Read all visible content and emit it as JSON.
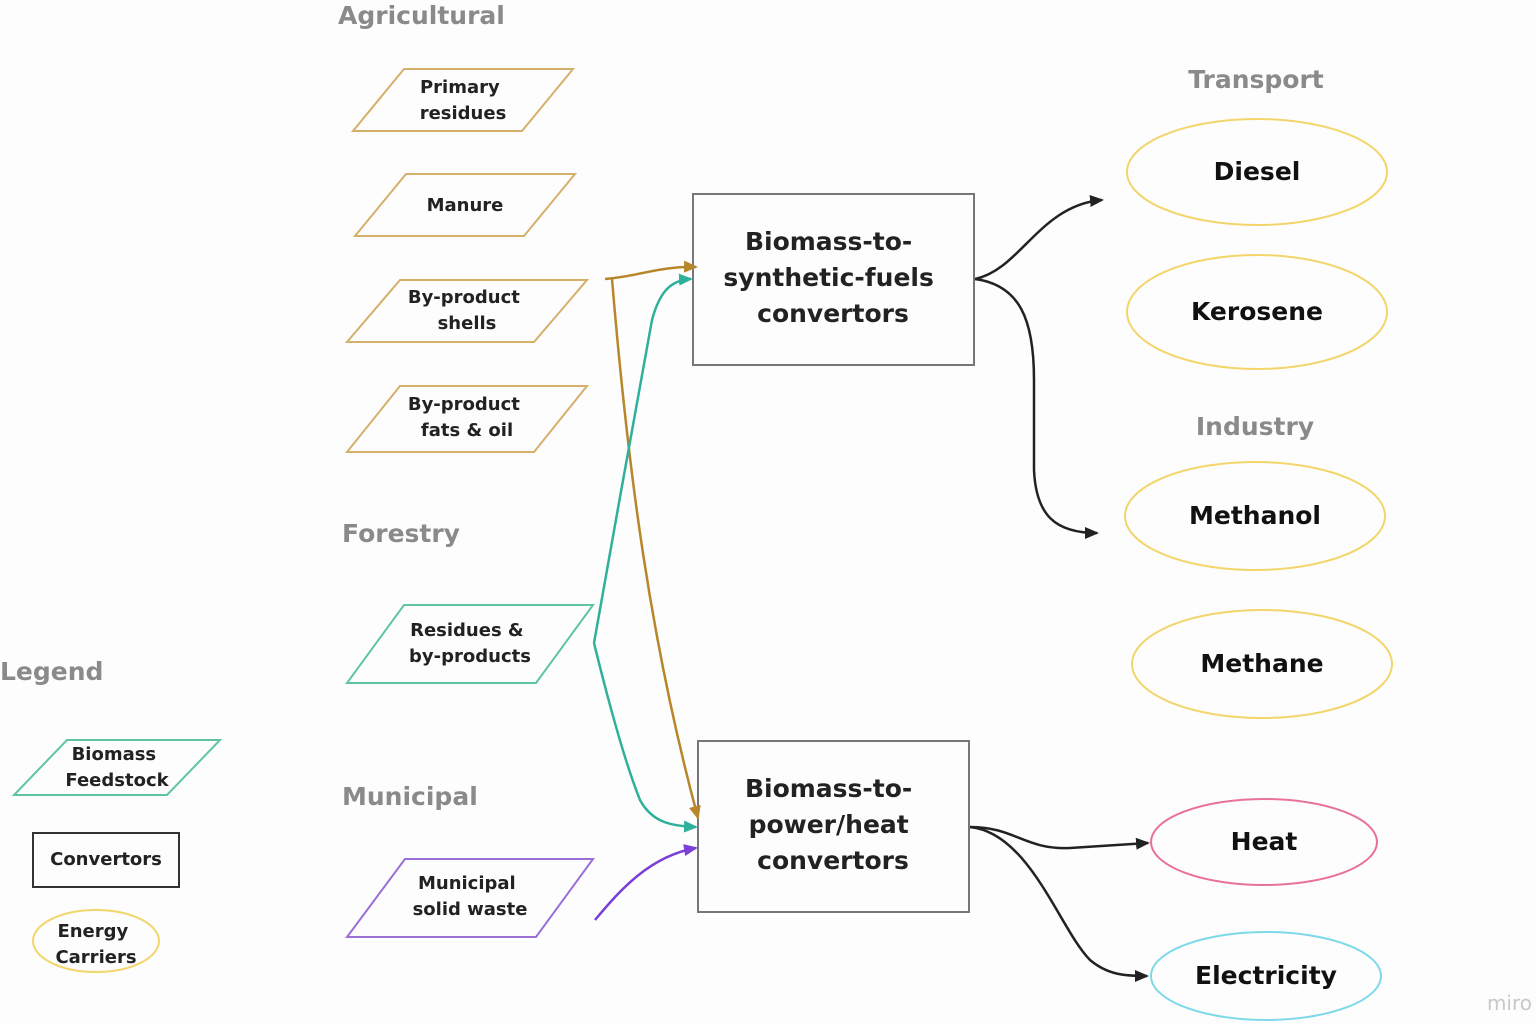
{
  "sections": {
    "agricultural": "Agricultural",
    "forestry": "Forestry",
    "municipal": "Municipal",
    "transport": "Transport",
    "industry": "Industry",
    "legend": "Legend"
  },
  "feedstocks": {
    "primary_residues": [
      "Primary",
      "residues"
    ],
    "manure": [
      "Manure"
    ],
    "byproduct_shells": [
      "By-product",
      "shells"
    ],
    "byproduct_fats_oil": [
      "By-product",
      "fats & oil"
    ],
    "forestry_residues": [
      "Residues &",
      "by-products"
    ],
    "municipal_solid_waste": [
      "Municipal",
      "solid waste"
    ]
  },
  "convertors": {
    "synthetic_fuels": [
      "Biomass-to-",
      "synthetic-fuels",
      "convertors"
    ],
    "power_heat": [
      "Biomass-to-",
      "power/heat",
      "convertors"
    ]
  },
  "energy_carriers": {
    "diesel": "Diesel",
    "kerosene": "Kerosene",
    "methanol": "Methanol",
    "methane": "Methane",
    "heat": "Heat",
    "electricity": "Electricity"
  },
  "legend": {
    "feedstock": [
      "Biomass",
      "Feedstock"
    ],
    "convertors": [
      "Convertors"
    ],
    "energy_carriers": [
      "Energy",
      "Carriers"
    ]
  },
  "watermark": "miro",
  "colors": {
    "agricultural": "#d4b06a",
    "forestry": "#5fc4a6",
    "municipal": "#9b6fd6",
    "transport_industry_carrier": "#f2d66b",
    "heat_carrier": "#e8729a",
    "electricity_carrier": "#7dd9e8",
    "agri_arrow": "#b8862a",
    "forest_arrow": "#2fb09a",
    "municipal_arrow": "#7a3fd6",
    "output_arrow": "#222222",
    "section_label": "#8a8a8a"
  }
}
